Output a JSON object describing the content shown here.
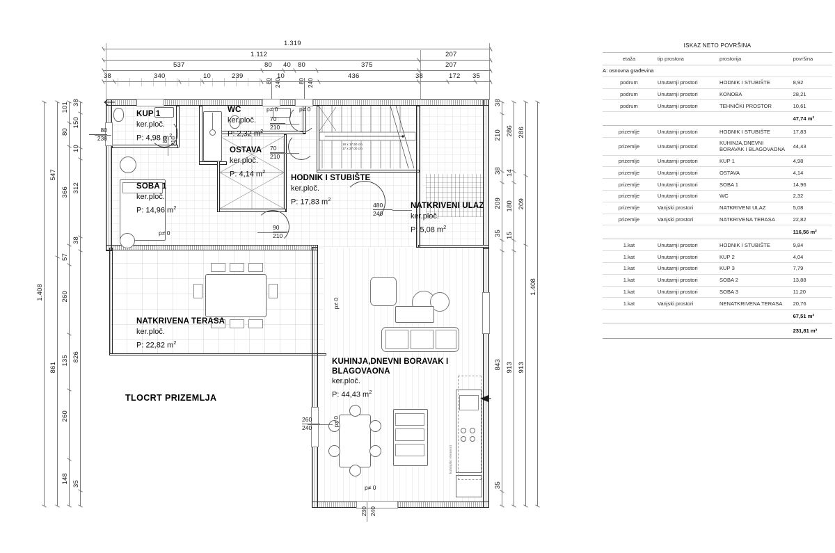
{
  "drawing": {
    "plan_title": "TLOCRT PRIZEMLJA",
    "stair_spec_line1": "18 x 17,50 cm",
    "stair_spec_line2": "17 x 27,00 cm"
  },
  "rooms": [
    {
      "id": "kup1",
      "name": "KUP 1",
      "finish": "ker.ploč.",
      "area_label": "P: 4,98 m",
      "unit_sup": "2"
    },
    {
      "id": "wc",
      "name": "WC",
      "finish": "ker.ploč.",
      "area_label": "P: 2,32 m",
      "unit_sup": "2"
    },
    {
      "id": "ostava",
      "name": "OSTAVA",
      "finish": "ker.ploč.",
      "area_label": "P: 4,14 m",
      "unit_sup": "2"
    },
    {
      "id": "hodnik",
      "name": "HODNIK I STUBIŠTE",
      "finish": "ker.ploč.",
      "area_label": "P: 17,83 m",
      "unit_sup": "2"
    },
    {
      "id": "soba1",
      "name": "SOBA 1",
      "finish": "ker.ploč.",
      "area_label": "P: 14,96 m",
      "unit_sup": "2"
    },
    {
      "id": "ulaz",
      "name": "NATKRIVENI ULAZ",
      "finish": "ker.ploč.",
      "area_label": "P: 5,08 m",
      "unit_sup": "2"
    },
    {
      "id": "terasa",
      "name": "NATKRIVENA TERASA",
      "finish": "ker.ploč.",
      "area_label": "P: 22,82 m",
      "unit_sup": "2"
    },
    {
      "id": "kuhinja",
      "name_l1": "KUHINJA,DNEVNI BORAVAK I",
      "name_l2": "BLAGOVAONA",
      "finish": "ker.ploč.",
      "area_label": "P: 44,43 m",
      "unit_sup": "2"
    }
  ],
  "dimensions": {
    "top_row1": [
      "1.319"
    ],
    "top_row2": [
      "1.112",
      "207"
    ],
    "top_row3": [
      "537",
      "80",
      "40",
      "80",
      "375",
      "207"
    ],
    "top_row4": [
      "38",
      "340",
      "10",
      "239",
      "10",
      "436",
      "38",
      "172",
      "35"
    ],
    "left_row1": [
      "1.408"
    ],
    "left_row2": [
      "547",
      "861"
    ],
    "left_row3": [
      "101",
      "80",
      "366",
      "57",
      "260",
      "135",
      "260",
      "148"
    ],
    "left_row4": [
      "38",
      "150",
      "10",
      "312",
      "38",
      "826",
      "35"
    ],
    "right_row1": [
      "38",
      "210",
      "38",
      "209",
      "35",
      "843",
      "35"
    ],
    "right_row2": [
      "286",
      "14",
      "180",
      "15",
      "913"
    ],
    "right_row3": [
      "286",
      "209",
      "913"
    ],
    "right_row4": [
      "1.408"
    ],
    "window_left": {
      "w": "80",
      "h": "238"
    },
    "openings_top": [
      {
        "w": "80",
        "h": "240"
      },
      {
        "w": "80",
        "h": "240"
      }
    ],
    "doors": [
      {
        "w": "70",
        "h": "210"
      },
      {
        "w": "70",
        "h": "210"
      },
      {
        "w": "90",
        "h": "210"
      },
      {
        "w": "80",
        "h": "210"
      }
    ],
    "entry_door": {
      "w": "480",
      "h": "240"
    },
    "terrace_door": {
      "w": "260",
      "h": "240"
    },
    "bottom_door": {
      "w": "230",
      "h": "240"
    },
    "level_marks": [
      "p≠ 0",
      "p≠ 0",
      "p≠ 0",
      "p≠ 0",
      "p≠ 0",
      "p≠ 0"
    ]
  },
  "area_table": {
    "title": "ISKAZ NETO POVRŠINA",
    "headers": {
      "etaza": "etaža",
      "tip": "tip prostora",
      "prostorija": "prostorija",
      "povrsina": "površina"
    },
    "section_label": "A: osnovna građevina",
    "rows": [
      {
        "etaza": "podrum",
        "tip": "Unutarnji prostori",
        "prostorija": "HODNIK I STUBIŠTE",
        "povrsina": "8,92"
      },
      {
        "etaza": "podrum",
        "tip": "Unutarnji prostori",
        "prostorija": "KONOBA",
        "povrsina": "28,21"
      },
      {
        "etaza": "podrum",
        "tip": "Unutarnji prostori",
        "prostorija": "TEHNIČKI PROSTOR",
        "povrsina": "10,61"
      }
    ],
    "subtotal_1": "47,74 m²",
    "rows_2": [
      {
        "etaza": "prizemlje",
        "tip": "Unutarnji prostori",
        "prostorija": "HODNIK I STUBIŠTE",
        "povrsina": "17,83"
      },
      {
        "etaza": "prizemlje",
        "tip": "Unutarnji prostori",
        "prostorija": "KUHINJA,DNEVNI BORAVAK I BLAGOVAONA",
        "povrsina": "44,43"
      },
      {
        "etaza": "prizemlje",
        "tip": "Unutarnji prostori",
        "prostorija": "KUP 1",
        "povrsina": "4,98"
      },
      {
        "etaza": "prizemlje",
        "tip": "Unutarnji prostori",
        "prostorija": "OSTAVA",
        "povrsina": "4,14"
      },
      {
        "etaza": "prizemlje",
        "tip": "Unutarnji prostori",
        "prostorija": "SOBA 1",
        "povrsina": "14,96"
      },
      {
        "etaza": "prizemlje",
        "tip": "Unutarnji prostori",
        "prostorija": "WC",
        "povrsina": "2,32"
      },
      {
        "etaza": "prizemlje",
        "tip": "Vanjski prostori",
        "prostorija": "NATKRIVENI ULAZ",
        "povrsina": "5,08"
      },
      {
        "etaza": "prizemlje",
        "tip": "Vanjski prostori",
        "prostorija": "NATKRIVENA TERASA",
        "povrsina": "22,82"
      }
    ],
    "subtotal_2": "116,56 m²",
    "rows_3": [
      {
        "etaza": "1.kat",
        "tip": "Unutarnji prostori",
        "prostorija": "HODNIK I STUBIŠTE",
        "povrsina": "9,84"
      },
      {
        "etaza": "1.kat",
        "tip": "Unutarnji prostori",
        "prostorija": "KUP 2",
        "povrsina": "4,04"
      },
      {
        "etaza": "1.kat",
        "tip": "Unutarnji prostori",
        "prostorija": "KUP 3",
        "povrsina": "7,79"
      },
      {
        "etaza": "1.kat",
        "tip": "Unutarnji prostori",
        "prostorija": "SOBA 2",
        "povrsina": "13,88"
      },
      {
        "etaza": "1.kat",
        "tip": "Unutarnji prostori",
        "prostorija": "SOBA 3",
        "povrsina": "11,20"
      },
      {
        "etaza": "1.kat",
        "tip": "Vanjski prostori",
        "prostorija": "NENATKRIVENA TERASA",
        "povrsina": "20,76"
      }
    ],
    "subtotal_3": "67,51 m²",
    "grand_total": "231,81 m³"
  }
}
